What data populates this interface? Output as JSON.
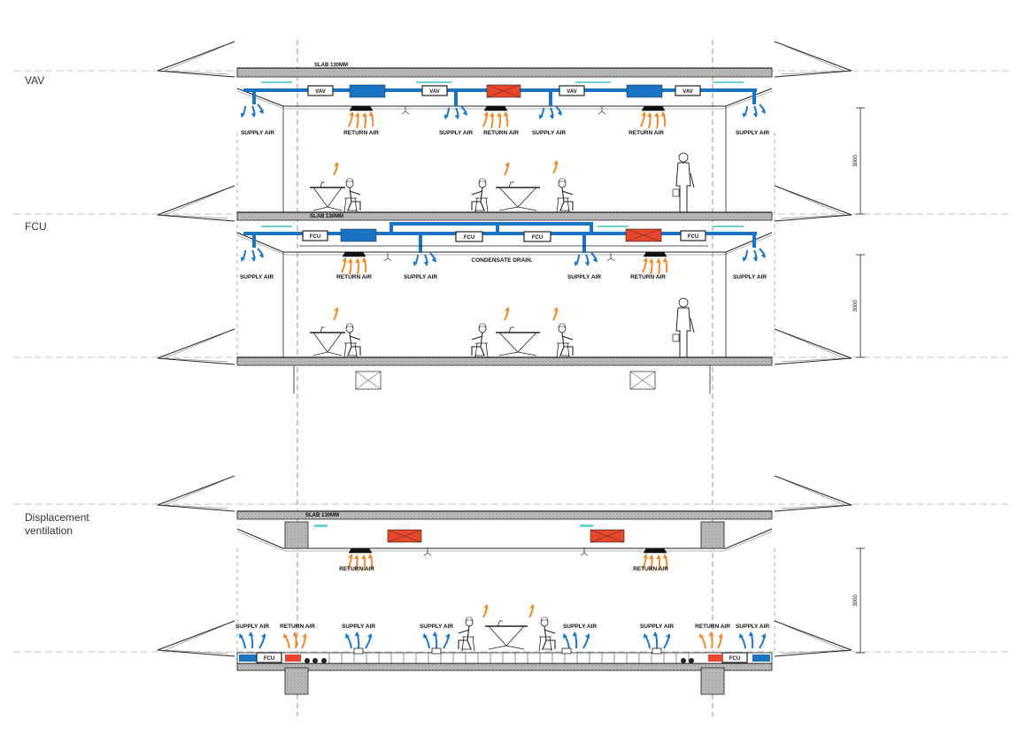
{
  "sections": {
    "vav": {
      "title": "VAV"
    },
    "fcu": {
      "title": "FCU"
    },
    "displacement": {
      "title_line1": "Displacement",
      "title_line2": "ventilation"
    }
  },
  "labels": {
    "slab": "SLAB 130MM",
    "supply_air": "SUPPLY AIR",
    "return_air": "RETURN AIR",
    "condensate_drain": "CONDENSATE DRAIN.",
    "vav_unit": "VAV",
    "fcu_unit": "FCU",
    "floor_height": "3000"
  },
  "colors": {
    "supply": "#1f77c8",
    "duct": "#1b73c4",
    "return": "#f08a2c",
    "heater": "#e8472a",
    "cyan": "#6fd3d0",
    "line": "#222222"
  }
}
